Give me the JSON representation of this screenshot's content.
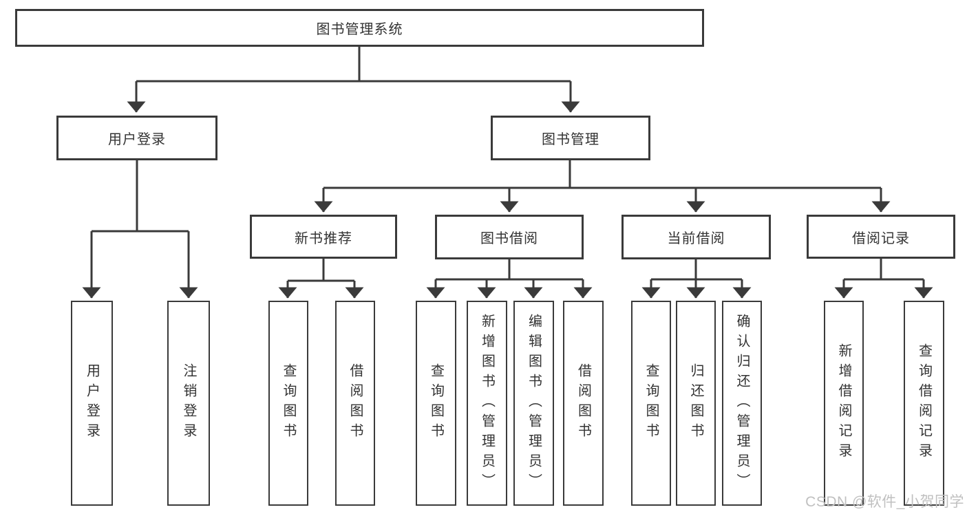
{
  "diagram": {
    "root": {
      "label": "图书管理系统"
    },
    "branches": [
      {
        "label": "用户登录",
        "children": [
          {
            "label": "用户登录"
          },
          {
            "label": "注销登录"
          }
        ]
      },
      {
        "label": "图书管理",
        "children": [
          {
            "label": "新书推荐",
            "children": [
              {
                "label": "查询图书"
              },
              {
                "label": "借阅图书"
              }
            ]
          },
          {
            "label": "图书借阅",
            "children": [
              {
                "label": "查询图书"
              },
              {
                "label": "新增图书（管理员）"
              },
              {
                "label": "编辑图书（管理员）"
              },
              {
                "label": "借阅图书"
              }
            ]
          },
          {
            "label": "当前借阅",
            "children": [
              {
                "label": "查询图书"
              },
              {
                "label": "归还图书"
              },
              {
                "label": "确认归还（管理员）"
              }
            ]
          },
          {
            "label": "借阅记录",
            "children": [
              {
                "label": "新增借阅记录"
              },
              {
                "label": "查询借阅记录"
              }
            ]
          }
        ]
      }
    ]
  },
  "watermark": "CSDN @软件_小贺同学",
  "colors": {
    "line": "#3a3a3a",
    "text": "#333333",
    "watermark": "#c0c0c0",
    "background": "#ffffff"
  }
}
